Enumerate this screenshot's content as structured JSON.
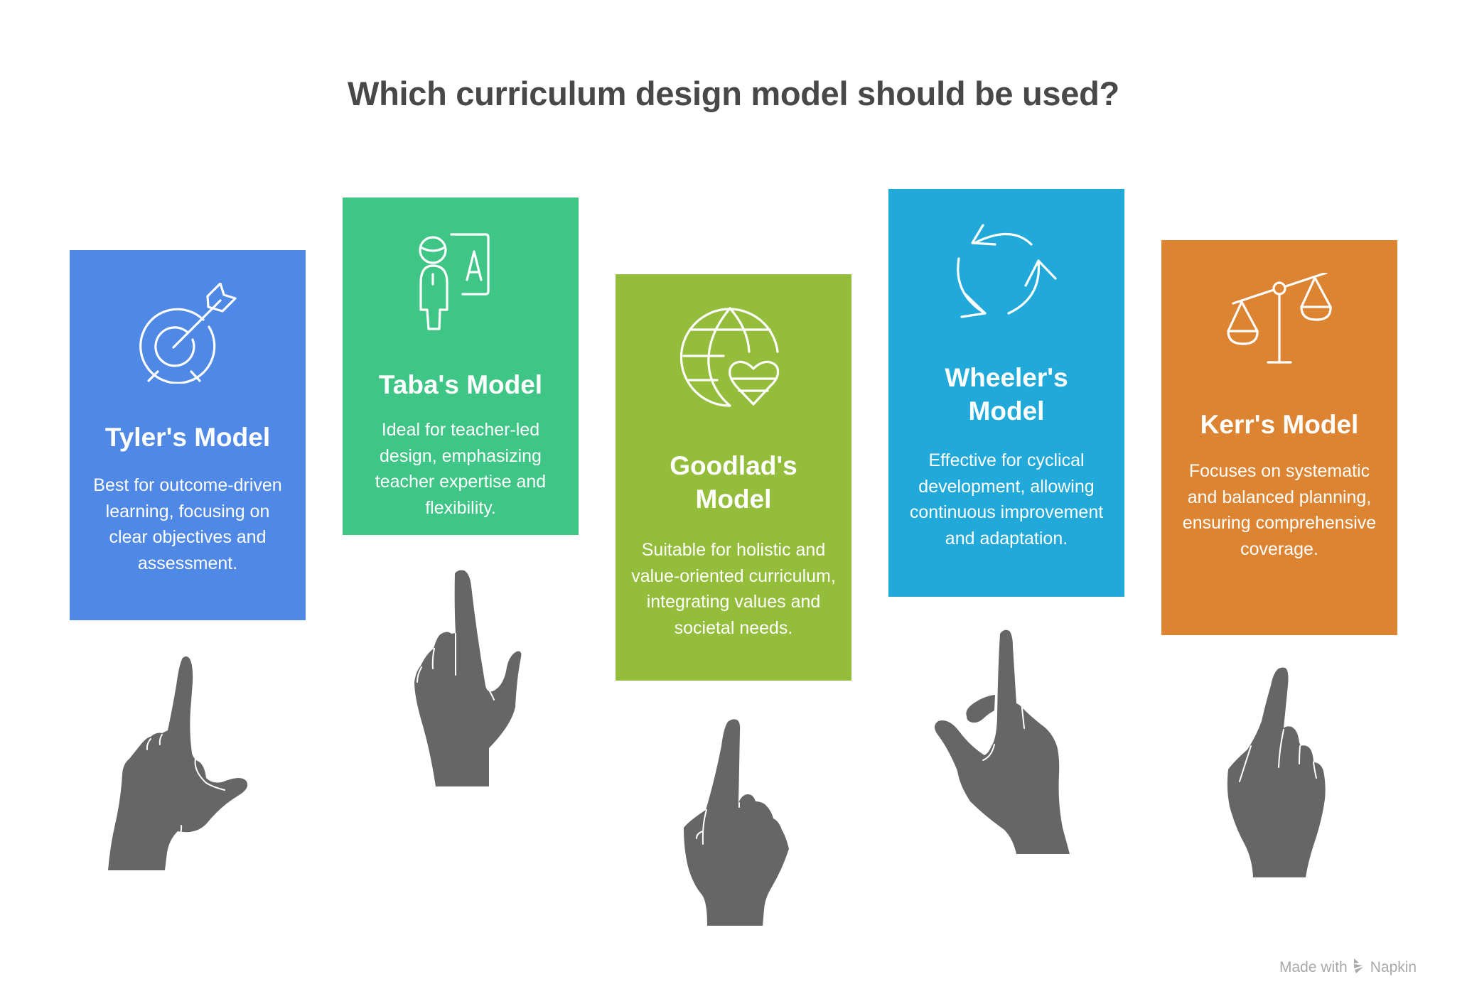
{
  "title": "Which curriculum design model should be used?",
  "colors": {
    "title_text": "#484848",
    "hand": "#666666",
    "tyler": "#4F88E5",
    "taba": "#3FC585",
    "goodlad": "#93BD3A",
    "wheeler": "#21AAD9",
    "kerr": "#DD8432"
  },
  "cards": [
    {
      "icon": "target-arrow-icon",
      "title": "Tyler's Model",
      "body": "Best for outcome-driven learning, focusing on clear objectives and assessment.",
      "color": "#4F88E5"
    },
    {
      "icon": "teacher-board-icon",
      "title": "Taba's Model",
      "body": "Ideal for teacher-led design, emphasizing teacher expertise and flexibility.",
      "color": "#3FC585"
    },
    {
      "icon": "globe-heart-icon",
      "title": "Goodlad's Model",
      "body": "Suitable for holistic and value-oriented curriculum, integrating values and societal needs.",
      "color": "#93BD3A"
    },
    {
      "icon": "cycle-arrows-icon",
      "title": "Wheeler's Model",
      "body": "Effective for cyclical development, allowing continuous improvement and adaptation.",
      "color": "#21AAD9"
    },
    {
      "icon": "balance-scale-icon",
      "title": "Kerr's Model",
      "body": "Focuses on systematic and balanced planning, ensuring comprehensive coverage.",
      "color": "#DD8432"
    }
  ],
  "hands": [
    {
      "icon": "pointing-hand-icon"
    },
    {
      "icon": "pointing-hand-icon"
    },
    {
      "icon": "pointing-hand-icon"
    },
    {
      "icon": "pointing-hand-icon"
    },
    {
      "icon": "pointing-hand-icon"
    }
  ],
  "watermark": {
    "prefix": "Made with",
    "icon": "napkin-logo-icon",
    "brand": "Napkin"
  }
}
